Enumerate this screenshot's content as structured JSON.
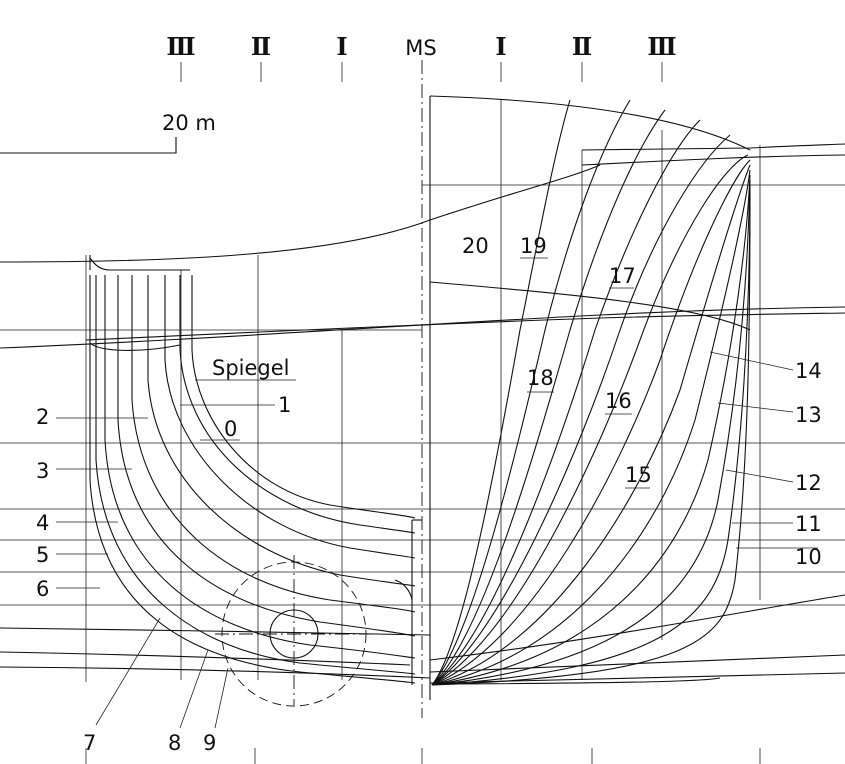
{
  "scale_label": "20 m",
  "centerline_label": "MS",
  "section_marks": [
    "Ⅲ",
    "Ⅱ",
    "Ⅰ",
    "Ⅰ",
    "Ⅱ",
    "Ⅲ"
  ],
  "transom_label": "Spiegel",
  "aft_station_labels": {
    "s0": "0",
    "s1": "1",
    "s2": "2",
    "s3": "3",
    "s4": "4",
    "s5": "5",
    "s6": "6",
    "s7": "7",
    "s8": "8",
    "s9": "9"
  },
  "fore_station_labels": {
    "s10": "10",
    "s11": "11",
    "s12": "12",
    "s13": "13",
    "s14": "14",
    "s15": "15",
    "s16": "16",
    "s17": "17",
    "s18": "18",
    "s19": "19",
    "s20": "20"
  }
}
